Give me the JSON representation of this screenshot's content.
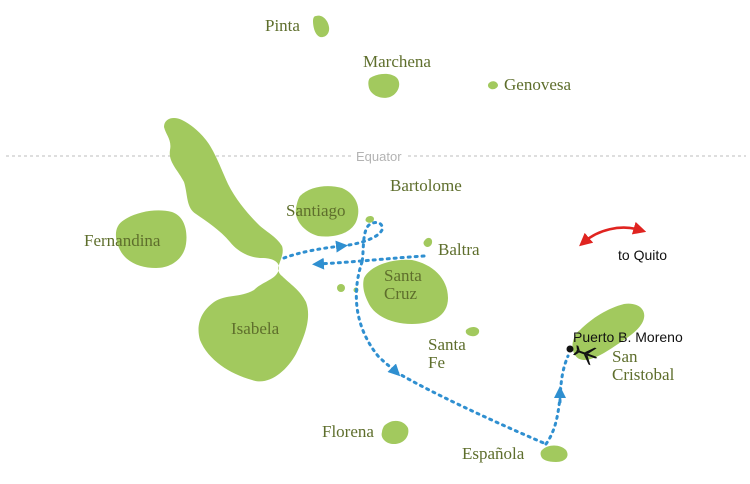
{
  "colors": {
    "land": "#a2c95e",
    "label": "#5e6e2c",
    "route": "#2f8fd0",
    "equator": "#bdbdbd",
    "quito_arrow": "#e02420",
    "marker": "#111111"
  },
  "equator_label": "Equator",
  "islands": {
    "pinta": "Pinta",
    "marchena": "Marchena",
    "genovesa": "Genovesa",
    "bartolome": "Bartolome",
    "santiago": "Santiago",
    "fernandina": "Fernandina",
    "baltra": "Baltra",
    "santa_cruz_line1": "Santa",
    "santa_cruz_line2": "Cruz",
    "isabela": "Isabela",
    "santa_fe_line1": "Santa",
    "santa_fe_line2": "Fe",
    "san_cristobal_line1": "San",
    "san_cristobal_line2": "Cristobal",
    "florena": "Florena",
    "espanola": "Española"
  },
  "port_label": "Puerto B. Moreno",
  "quito_label": "to Quito",
  "icons": {
    "airport": "airplane-icon",
    "port": "location-dot-icon",
    "quito": "double-headed-arrow-icon"
  }
}
